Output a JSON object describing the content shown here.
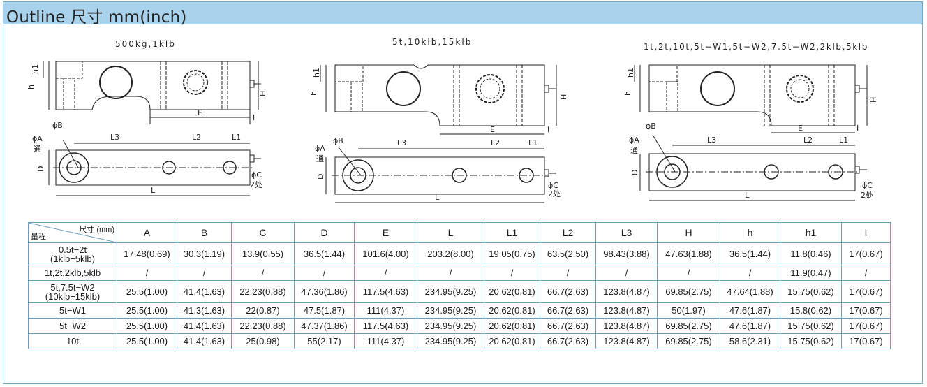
{
  "header": {
    "title": "Outline 尺寸 mm(inch)"
  },
  "drawings": [
    {
      "caption": "500kg,1klb",
      "labels": {
        "h1": "h1",
        "h": "h",
        "H": "H",
        "E": "E",
        "I": "I",
        "phiB": "ϕB",
        "phiA": "ϕA",
        "tong": "通",
        "D": "D",
        "L3": "L3",
        "L2": "L2",
        "L1": "L1",
        "phiC": "ϕC",
        "chu": "2处",
        "L": "L"
      }
    },
    {
      "caption": "5t,10klb,15klb",
      "labels": {
        "h1": "h1",
        "h": "h",
        "H": "H",
        "E": "E",
        "I": "I",
        "phiB": "ϕB",
        "phiA": "ϕA",
        "tong": "通",
        "D": "D",
        "L3": "L3",
        "L2": "L2",
        "L1": "L1",
        "phiC": "ϕC",
        "chu": "2处",
        "L": "L"
      }
    },
    {
      "caption": "1t,2t,10t,5t−W1,5t−W2,7.5t−W2,2klb,5klb",
      "labels": {
        "h1": "h1",
        "h": "h",
        "H": "H",
        "E": "E",
        "I": "I",
        "phiB": "ϕB",
        "phiA": "ϕA",
        "tong": "通",
        "D": "D",
        "L3": "L3",
        "L2": "L2",
        "L1": "L1",
        "phiC": "ϕC",
        "chu": "2处",
        "L": "L"
      }
    }
  ],
  "table": {
    "corner_top": "尺寸 (mm)",
    "corner_bottom": "量程",
    "columns": [
      "A",
      "B",
      "C",
      "D",
      "E",
      "L",
      "L1",
      "L2",
      "L3",
      "H",
      "h",
      "h1",
      "I"
    ],
    "rows": [
      {
        "name1": "0.5t−2t",
        "name2": "(1klb−5klb)",
        "cells": [
          "17.48(0.69)",
          "30.3(1.19)",
          "13.9(0.55)",
          "36.5(1.44)",
          "101.6(4.00)",
          "203.2(8.00)",
          "19.05(0.75)",
          "63.5(2.50)",
          "98.43(3.88)",
          "47.63(1.88)",
          "36.5(1.44)",
          "11.8(0.46)",
          "17(0.67)"
        ]
      },
      {
        "name1": "1t,2t,2klb,5klb",
        "name2": "",
        "cells": [
          "/",
          "/",
          "/",
          "/",
          "/",
          "/",
          "/",
          "/",
          "/",
          "/",
          "/",
          "11.9(0.47)",
          "/"
        ]
      },
      {
        "name1": "5t,7.5t−W2",
        "name2": "(10klb−15klb)",
        "cells": [
          "25.5(1.00)",
          "41.4(1.63)",
          "22.23(0.88)",
          "47.36(1.86)",
          "117.5(4.63)",
          "234.95(9.25)",
          "20.62(0.81)",
          "66.7(2.63)",
          "123.8(4.87)",
          "69.85(2.75)",
          "47.64(1.88)",
          "15.75(0.62)",
          "17(0.67)"
        ]
      },
      {
        "name1": "5t−W1",
        "name2": "",
        "cells": [
          "25.5(1.00)",
          "41.3(1.63)",
          "22(0.87)",
          "47.5(1.87)",
          "111(4.37)",
          "234.95(9.25)",
          "20.62(0.81)",
          "66.7(2.63)",
          "123.8(4.87)",
          "50(1.97)",
          "47.6(1.87)",
          "15.8(0.62)",
          "17(0.67)"
        ]
      },
      {
        "name1": "5t−W2",
        "name2": "",
        "cells": [
          "25.5(1.00)",
          "41.4(1.63)",
          "22.23(0.88)",
          "47.37(1.86)",
          "117.5(4.63)",
          "234.95(9.25)",
          "20.62(0.81)",
          "66.7(2.63)",
          "123.8(4.87)",
          "69.85(2.75)",
          "47.6(1.87)",
          "15.75(0.62)",
          "17(0.67)"
        ]
      },
      {
        "name1": "10t",
        "name2": "",
        "cells": [
          "25.5(1.00)",
          "41.4(1.63)",
          "25(0.98)",
          "55(2.17)",
          "111(4.37)",
          "234.95(9.25)",
          "20.62(0.81)",
          "66.7(2.63)",
          "123.8(4.87)",
          "69.85(2.75)",
          "58.6(2.31)",
          "15.75(0.62)",
          "17(0.67)"
        ]
      }
    ]
  }
}
